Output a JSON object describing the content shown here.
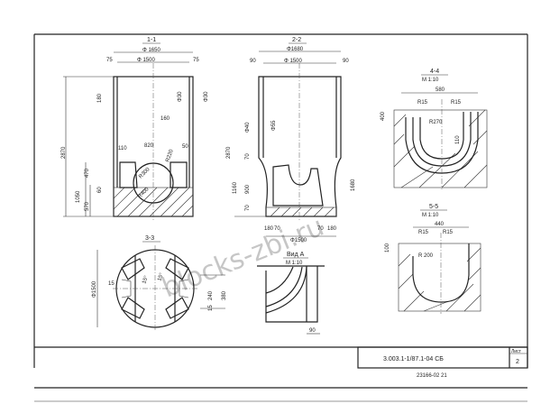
{
  "sections": {
    "s11": {
      "title": "1-1",
      "dims": [
        "Φ 1650",
        "Φ 1500",
        "75",
        "75",
        "180",
        "Φ30",
        "Φ30",
        "160",
        "110",
        "820",
        "50",
        "R220",
        "R300",
        "R400",
        "2870",
        "470",
        "1050",
        "60",
        "570"
      ]
    },
    "s22": {
      "title": "2-2",
      "dims": [
        "Φ1680",
        "Φ 1500",
        "90",
        "90",
        "Φ40",
        "Φ55",
        "70",
        "1160",
        "900",
        "70",
        "1680",
        "180",
        "70",
        "70",
        "180",
        "Φ1500",
        "2870"
      ]
    },
    "s33": {
      "title": "3-3",
      "dims": [
        "Φ1500",
        "15",
        "15°",
        "15°",
        "240",
        "380",
        "15"
      ]
    },
    "s44": {
      "title": "4-4",
      "scale": "М 1:10",
      "dims": [
        "580",
        "R15",
        "R15",
        "R270",
        "110",
        "400"
      ]
    },
    "s55": {
      "title": "5-5",
      "scale": "М 1:10",
      "dims": [
        "440",
        "R15",
        "R15",
        "R 200",
        "100"
      ]
    },
    "viewA": {
      "title": "Вид А",
      "scale": "М 1:10",
      "dims": [
        "90"
      ]
    }
  },
  "title_block": {
    "code": "3.003.1-1/87.1-04  СБ",
    "sheet_label": "Лист",
    "sheet": "2",
    "stamp": "23166-02   21"
  },
  "watermark": "blocks-zbi.ru"
}
